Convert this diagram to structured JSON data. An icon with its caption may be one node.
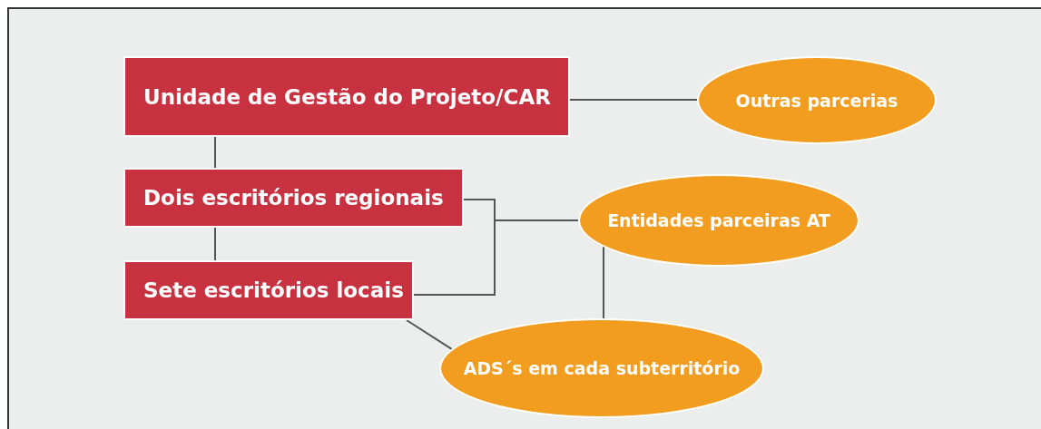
{
  "diagram": {
    "nodes": [
      {
        "text": [
          "Unidade de Gestão do Projeto/CAR"
        ]
      },
      {
        "text": [
          "Dois escritórios regionais"
        ]
      },
      {
        "text": [
          "Sete escritórios locais"
        ]
      },
      {
        "text": [
          "Outras parcerias"
        ]
      },
      {
        "text": [
          "Entidades parceiras AT"
        ]
      },
      {
        "text": [
          "ADS´s em cada subterritório"
        ]
      }
    ],
    "edges": [
      {
        "from": 0,
        "to": 1,
        "arrow": "none"
      },
      {
        "from": 1,
        "to": 2,
        "arrow": "none"
      },
      {
        "from": 0,
        "to": 3,
        "arrow": "none"
      },
      {
        "from": 1,
        "to": 4,
        "arrow": "none"
      },
      {
        "from": 2,
        "to": 4,
        "arrow": "none"
      },
      {
        "from": 4,
        "to": 5,
        "arrow": "none"
      },
      {
        "from": 2,
        "to": 5,
        "arrow": "none"
      }
    ]
  }
}
